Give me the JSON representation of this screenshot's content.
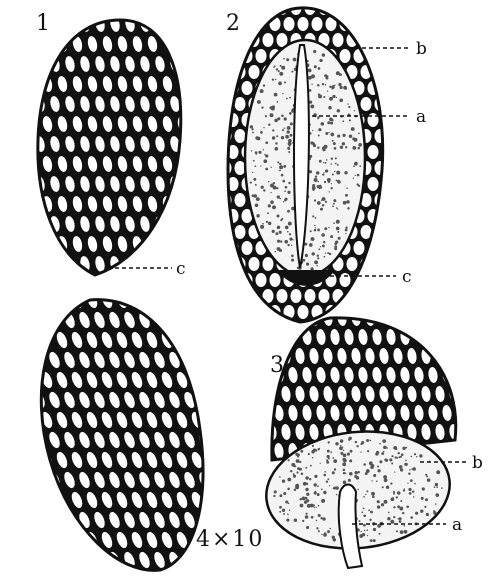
{
  "figure": {
    "numbers": [
      "1",
      "2",
      "3"
    ],
    "labels": {
      "a": "a",
      "b": "b",
      "c": "c"
    },
    "scale": "4×10"
  }
}
